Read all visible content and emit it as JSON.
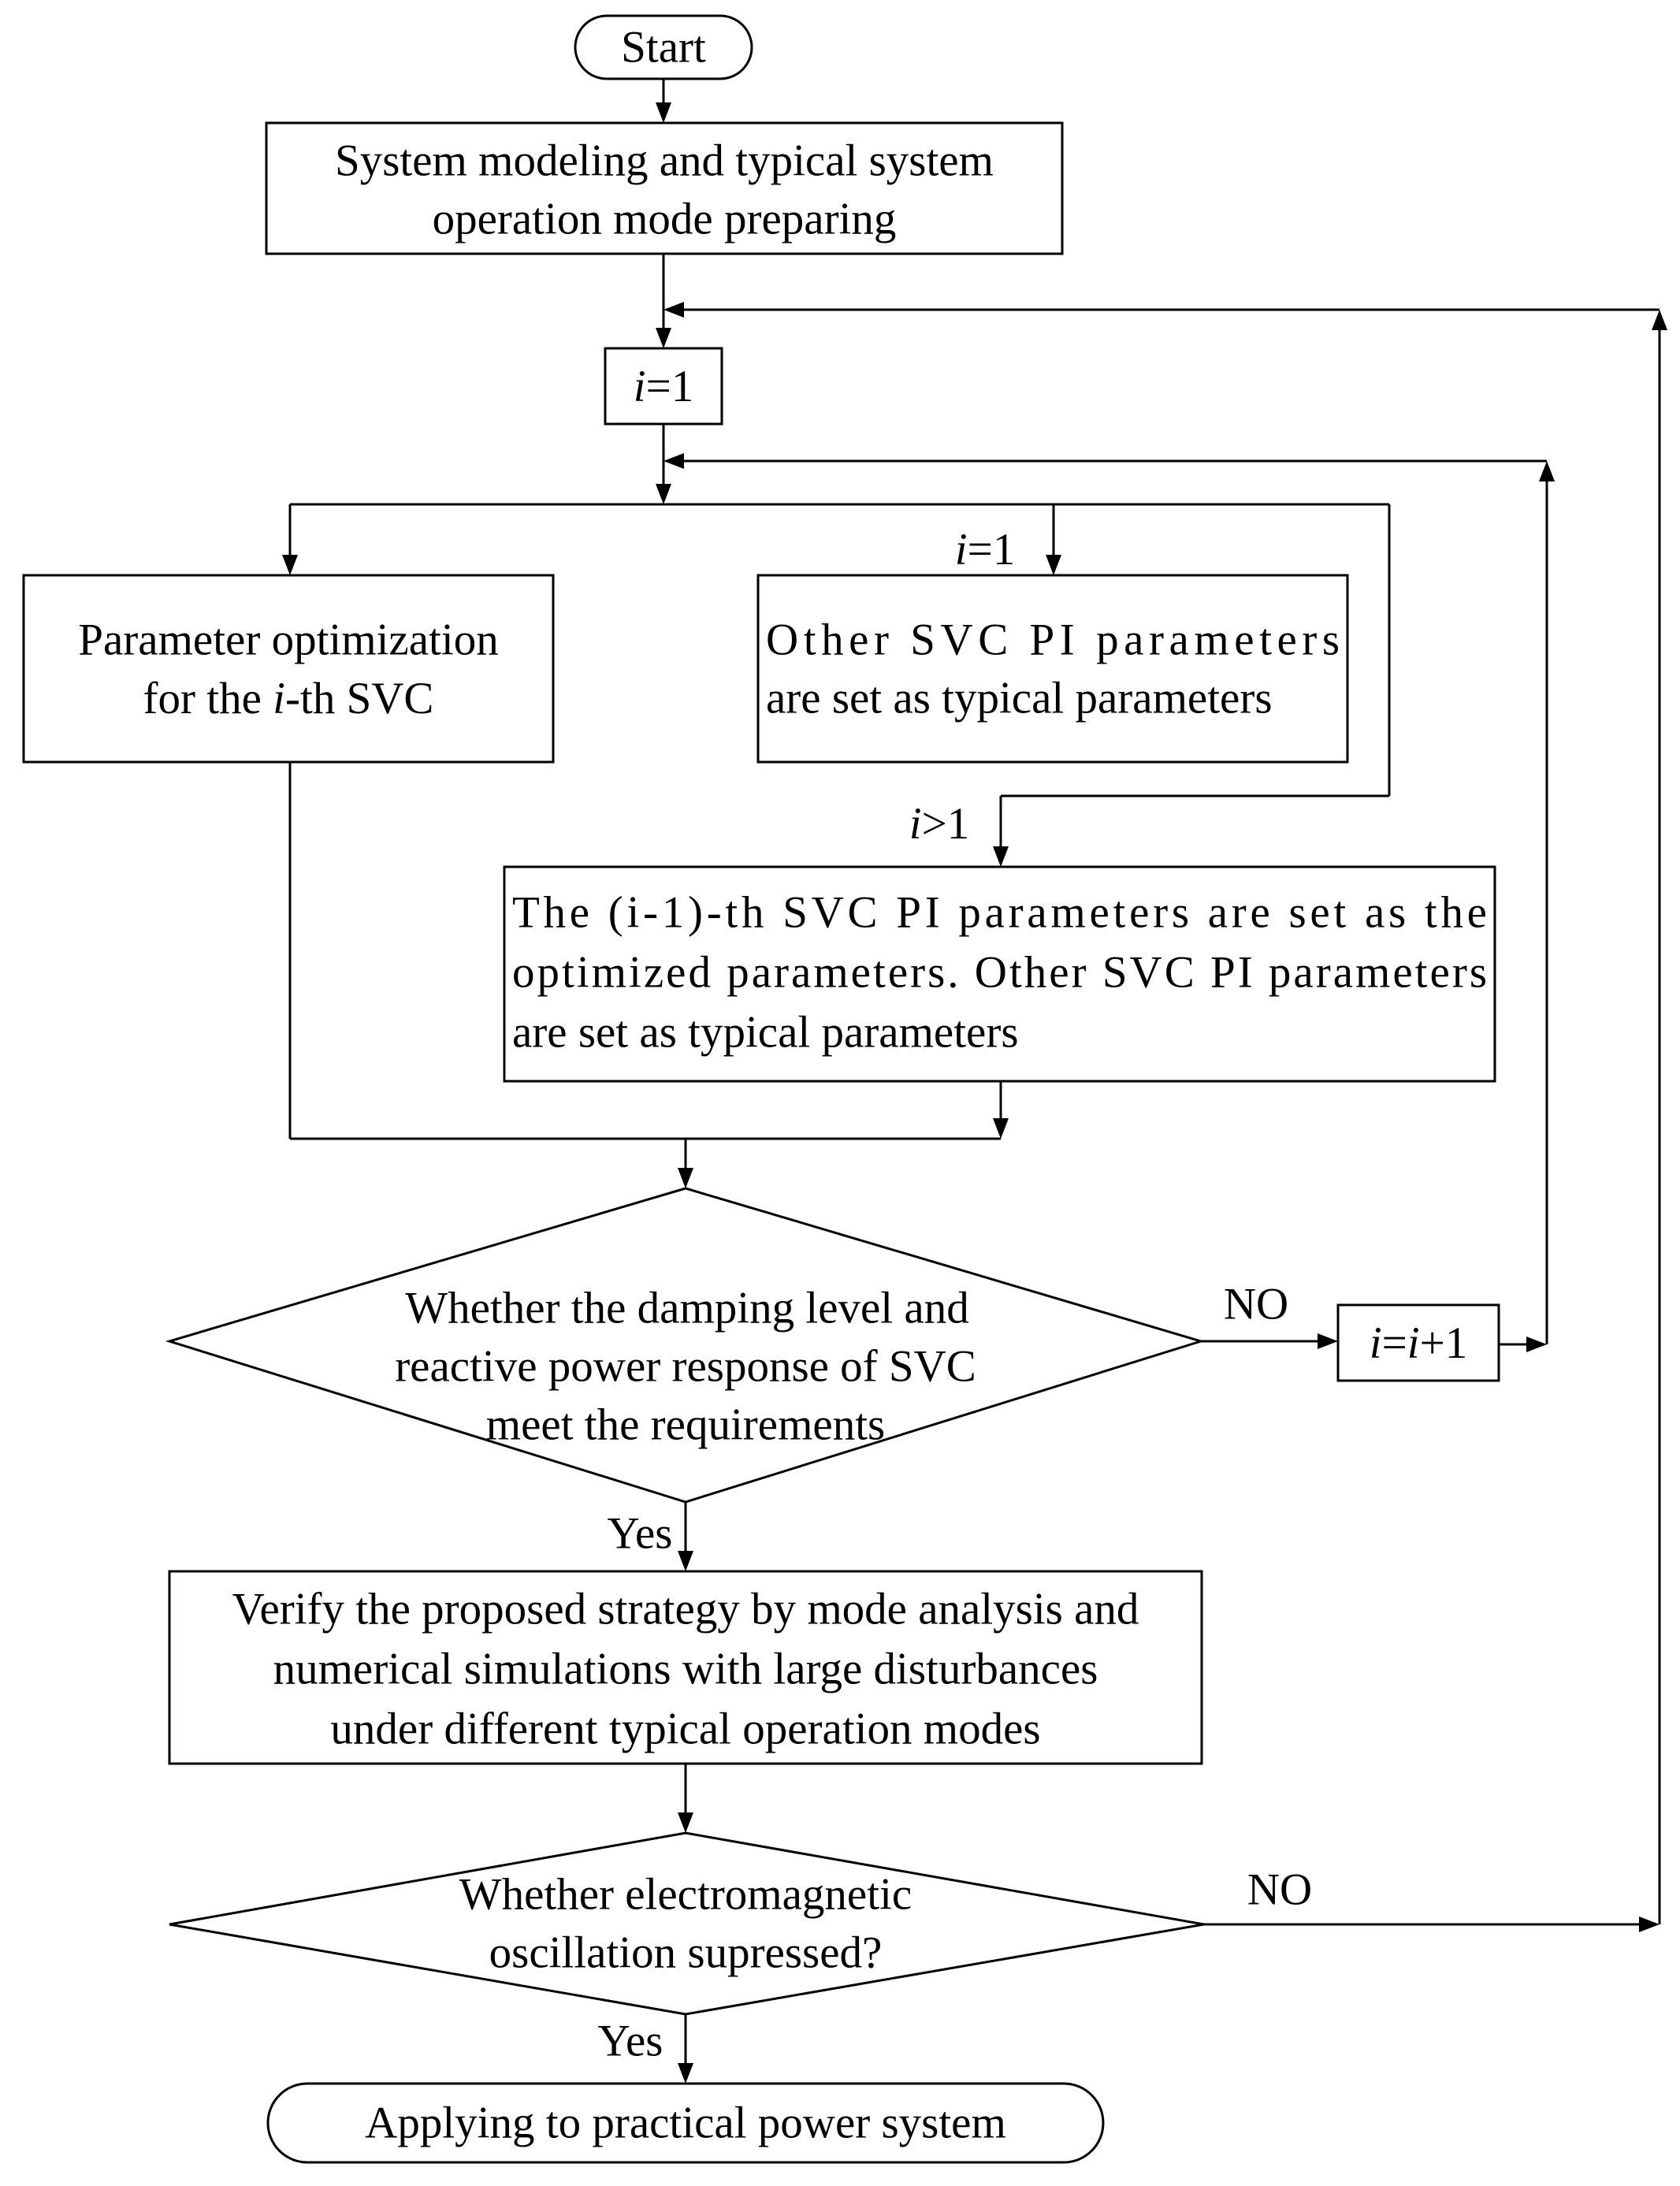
{
  "flowchart": {
    "start": "Start",
    "step_modeling": {
      "line1": "System modeling and typical system",
      "line2": "operation mode preparing"
    },
    "init_counter": {
      "var": "i",
      "rest": "=1"
    },
    "step_optimize": {
      "line1": "Parameter optimization",
      "line2_pre": "for the ",
      "line2_var": "i",
      "line2_post": "-th  SVC"
    },
    "cond_first": {
      "var": "i",
      "rest": "=1"
    },
    "step_others_typical": {
      "line1": "Other  SVC  PI parameters",
      "line2": "are set as typical parameters"
    },
    "cond_later": {
      "var": "i",
      "rest": ">1"
    },
    "step_previous_optimized": {
      "line1": "The (i-1)-th SVC PI parameters are set as the",
      "line2": "optimized parameters. Other SVC PI parameters",
      "line3": "are set as typical parameters"
    },
    "decision_requirements": {
      "line1": "Whether the damping level and",
      "line2": "reactive power response of SVC",
      "line3": "meet the requirements"
    },
    "label_no_1": "NO",
    "increment": {
      "var1": "i",
      "eq": "=",
      "var2": "i",
      "rest": "+1"
    },
    "label_yes_1": "Yes",
    "step_verify": {
      "line1": "Verify the proposed strategy by mode analysis and",
      "line2": "numerical simulations with large disturbances",
      "line3": "under different typical operation modes"
    },
    "decision_oscillation": {
      "line1": "Whether  electromagnetic",
      "line2": "oscillation supressed?"
    },
    "label_no_2": "NO",
    "label_yes_2": "Yes",
    "end": "Applying to practical power system"
  }
}
